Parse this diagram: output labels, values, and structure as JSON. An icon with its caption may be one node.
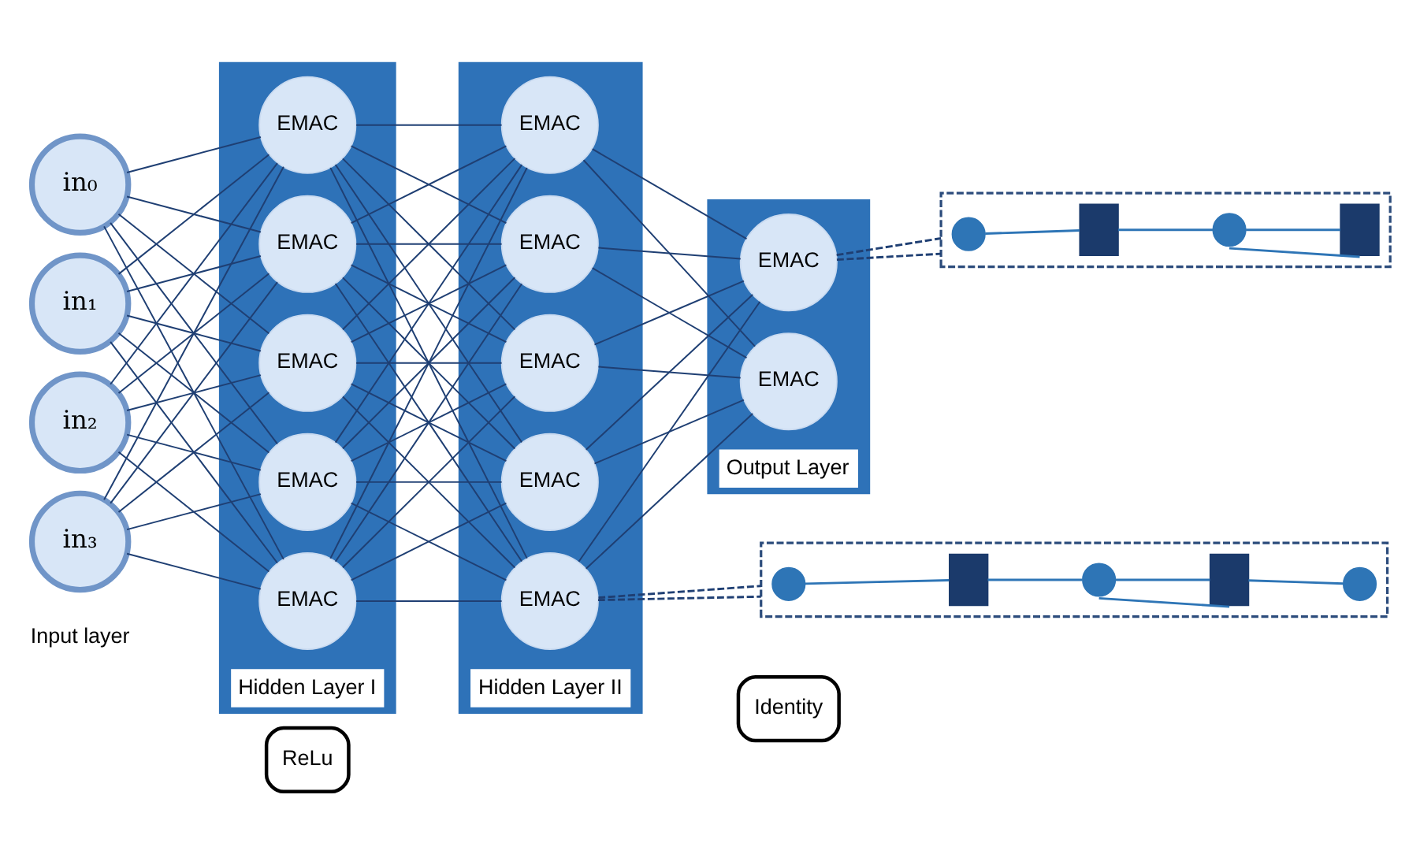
{
  "diagram": {
    "nodes": [
      {
        "text": [
          "in₀"
        ]
      },
      {
        "text": [
          "in₁"
        ]
      },
      {
        "text": [
          "in₂"
        ]
      },
      {
        "text": [
          "in₃"
        ]
      },
      {
        "text": [
          "Hidden Layer I"
        ]
      },
      {
        "text": [
          "EMAC"
        ],
        "in": 4
      },
      {
        "text": [
          "EMAC"
        ],
        "in": 4
      },
      {
        "text": [
          "EMAC"
        ],
        "in": 4
      },
      {
        "text": [
          "EMAC"
        ],
        "in": 4
      },
      {
        "text": [
          "EMAC"
        ],
        "in": 4
      },
      {
        "text": [
          "ReLu"
        ]
      },
      {
        "text": [
          "Hidden Layer II"
        ]
      },
      {
        "text": [
          "EMAC"
        ],
        "in": 11
      },
      {
        "text": [
          "EMAC"
        ],
        "in": 11
      },
      {
        "text": [
          "EMAC"
        ],
        "in": 11
      },
      {
        "text": [
          "EMAC"
        ],
        "in": 11
      },
      {
        "text": [
          "EMAC"
        ],
        "in": 11
      },
      {
        "text": [],
        "shape": "box"
      },
      {
        "text": [],
        "shape": "circle",
        "in": 17
      },
      {
        "text": [],
        "shape": "box",
        "in": 17
      },
      {
        "text": [],
        "shape": "circle",
        "in": 17
      },
      {
        "text": [],
        "shape": "box",
        "in": 17
      },
      {
        "text": [
          "Output Layer"
        ]
      },
      {
        "text": [
          "EMAC"
        ],
        "in": 22
      },
      {
        "text": [
          "EMAC"
        ],
        "in": 22
      },
      {
        "text": [
          "Identity"
        ]
      },
      {
        "text": [],
        "shape": "box"
      },
      {
        "text": [],
        "shape": "circle",
        "in": 26
      },
      {
        "text": [],
        "shape": "box",
        "in": 26
      },
      {
        "text": [],
        "shape": "circle",
        "in": 26
      },
      {
        "text": [],
        "shape": "box",
        "in": 26
      },
      {
        "text": [],
        "shape": "circle",
        "in": 26
      }
    ],
    "edges": [
      {
        "from": 0,
        "to": 5,
        "arrow": "none"
      },
      {
        "from": 0,
        "to": 6,
        "arrow": "none"
      },
      {
        "from": 0,
        "to": 7,
        "arrow": "none"
      },
      {
        "from": 0,
        "to": 8,
        "arrow": "none"
      },
      {
        "from": 0,
        "to": 9,
        "arrow": "none"
      },
      {
        "from": 1,
        "to": 5,
        "arrow": "none"
      },
      {
        "from": 1,
        "to": 6,
        "arrow": "none"
      },
      {
        "from": 1,
        "to": 7,
        "arrow": "none"
      },
      {
        "from": 1,
        "to": 8,
        "arrow": "none"
      },
      {
        "from": 1,
        "to": 9,
        "arrow": "none"
      },
      {
        "from": 2,
        "to": 5,
        "arrow": "none"
      },
      {
        "from": 2,
        "to": 6,
        "arrow": "none"
      },
      {
        "from": 2,
        "to": 7,
        "arrow": "none"
      },
      {
        "from": 2,
        "to": 8,
        "arrow": "none"
      },
      {
        "from": 2,
        "to": 9,
        "arrow": "none"
      },
      {
        "from": 3,
        "to": 5,
        "arrow": "none"
      },
      {
        "from": 3,
        "to": 6,
        "arrow": "none"
      },
      {
        "from": 3,
        "to": 7,
        "arrow": "none"
      },
      {
        "from": 3,
        "to": 8,
        "arrow": "none"
      },
      {
        "from": 3,
        "to": 9,
        "arrow": "none"
      },
      {
        "from": 5,
        "to": 12,
        "arrow": "none"
      },
      {
        "from": 5,
        "to": 13,
        "arrow": "none"
      },
      {
        "from": 5,
        "to": 14,
        "arrow": "none"
      },
      {
        "from": 5,
        "to": 15,
        "arrow": "none"
      },
      {
        "from": 5,
        "to": 16,
        "arrow": "none"
      },
      {
        "from": 6,
        "to": 12,
        "arrow": "none"
      },
      {
        "from": 6,
        "to": 13,
        "arrow": "none"
      },
      {
        "from": 6,
        "to": 14,
        "arrow": "none"
      },
      {
        "from": 6,
        "to": 15,
        "arrow": "none"
      },
      {
        "from": 6,
        "to": 16,
        "arrow": "none"
      },
      {
        "from": 7,
        "to": 12,
        "arrow": "none"
      },
      {
        "from": 7,
        "to": 13,
        "arrow": "none"
      },
      {
        "from": 7,
        "to": 14,
        "arrow": "none"
      },
      {
        "from": 7,
        "to": 15,
        "arrow": "none"
      },
      {
        "from": 7,
        "to": 16,
        "arrow": "none"
      },
      {
        "from": 8,
        "to": 12,
        "arrow": "none"
      },
      {
        "from": 8,
        "to": 13,
        "arrow": "none"
      },
      {
        "from": 8,
        "to": 14,
        "arrow": "none"
      },
      {
        "from": 8,
        "to": 15,
        "arrow": "none"
      },
      {
        "from": 8,
        "to": 16,
        "arrow": "none"
      },
      {
        "from": 9,
        "to": 12,
        "arrow": "none"
      },
      {
        "from": 9,
        "to": 13,
        "arrow": "none"
      },
      {
        "from": 9,
        "to": 14,
        "arrow": "none"
      },
      {
        "from": 9,
        "to": 15,
        "arrow": "none"
      },
      {
        "from": 9,
        "to": 16,
        "arrow": "none"
      },
      {
        "from": 12,
        "to": 23,
        "arrow": "none"
      },
      {
        "from": 12,
        "to": 24,
        "arrow": "none"
      },
      {
        "from": 13,
        "to": 23,
        "arrow": "none"
      },
      {
        "from": 13,
        "to": 24,
        "arrow": "none"
      },
      {
        "from": 14,
        "to": 23,
        "arrow": "none"
      },
      {
        "from": 14,
        "to": 24,
        "arrow": "none"
      },
      {
        "from": 15,
        "to": 23,
        "arrow": "none"
      },
      {
        "from": 15,
        "to": 24,
        "arrow": "none"
      },
      {
        "from": 16,
        "to": 23,
        "arrow": "none"
      },
      {
        "from": 16,
        "to": 24,
        "arrow": "none"
      },
      {
        "from": 23,
        "to": 17,
        "arrow": "none",
        "style": "dashed"
      },
      {
        "from": 23,
        "to": 17,
        "arrow": "none",
        "style": "dashed"
      },
      {
        "from": 16,
        "to": 26,
        "arrow": "none",
        "style": "dashed"
      },
      {
        "from": 16,
        "to": 26,
        "arrow": "none",
        "style": "dashed"
      },
      {
        "from": 18,
        "to": 19,
        "arrow": "none",
        "color": "#2e75b6"
      },
      {
        "from": 19,
        "to": 20,
        "arrow": "none",
        "color": "#2e75b6"
      },
      {
        "from": 20,
        "to": 21,
        "arrow": "none",
        "color": "#2e75b6"
      },
      {
        "from": 21,
        "to": 20,
        "arrow": "none",
        "color": "#2e75b6"
      },
      {
        "from": 27,
        "to": 28,
        "arrow": "none",
        "color": "#2e75b6"
      },
      {
        "from": 28,
        "to": 29,
        "arrow": "none",
        "color": "#2e75b6"
      },
      {
        "from": 29,
        "to": 30,
        "arrow": "none",
        "color": "#2e75b6"
      },
      {
        "from": 30,
        "to": 29,
        "arrow": "none",
        "color": "#2e75b6"
      },
      {
        "from": 30,
        "to": 31,
        "arrow": "none",
        "color": "#2e75b6"
      }
    ],
    "labels": [
      "Input layer"
    ]
  }
}
